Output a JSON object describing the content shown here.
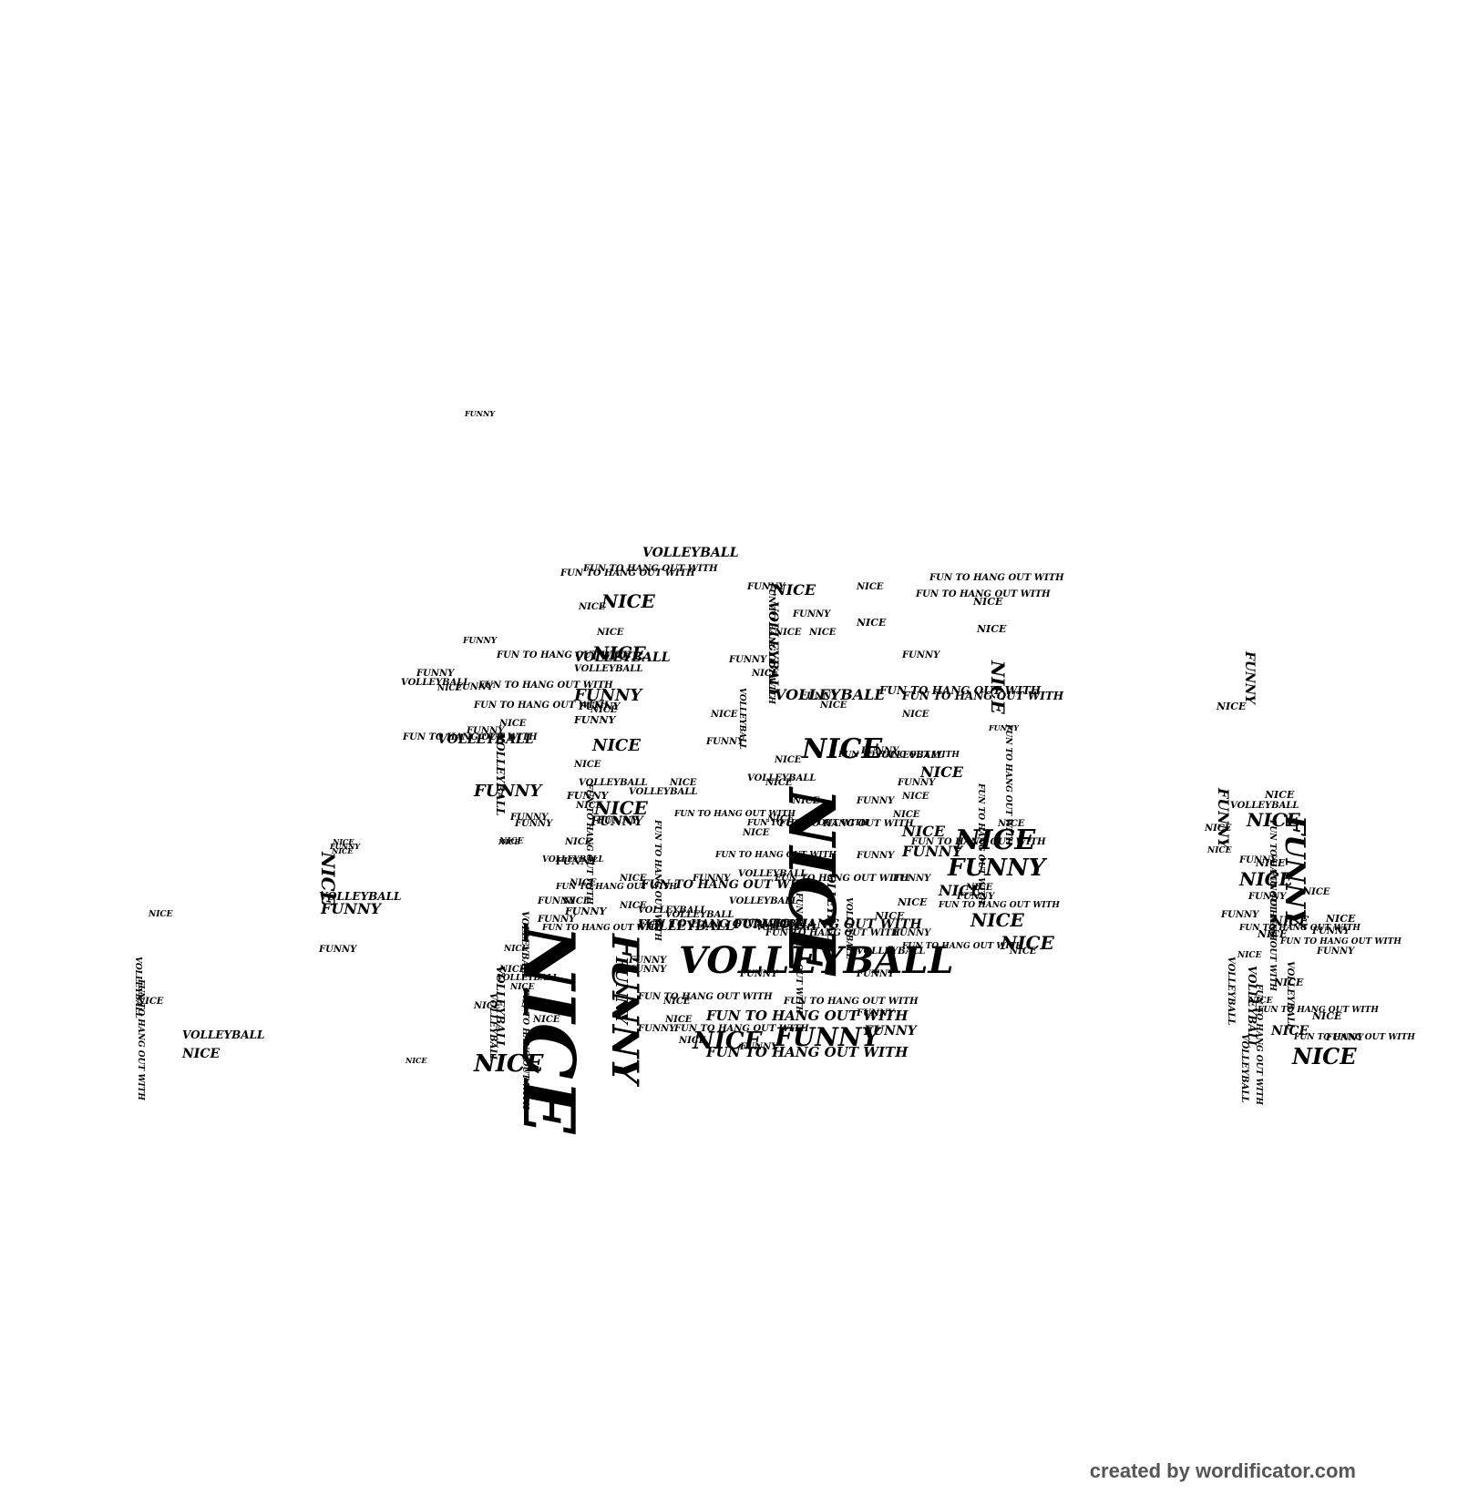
{
  "words": {
    "nice": "NICE",
    "funny": "FUNNY",
    "volleyball": "VOLLEYBALL",
    "fun_to_hang_out_with": "FUN TO HANG OUT WITH"
  },
  "credit": "created by wordificator.com",
  "colors": {
    "background": "#ffffff",
    "text": "#000000",
    "credit": "#555555"
  }
}
